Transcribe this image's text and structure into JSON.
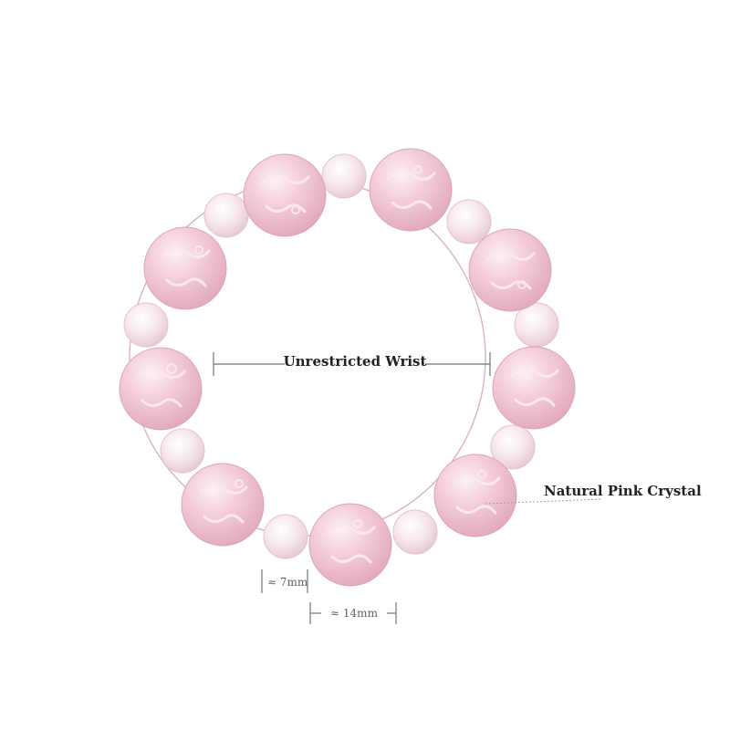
{
  "annotations": {
    "wrist_label": "Unrestricted Wrist",
    "material_label": "Natural Pink Crystal",
    "small_bead_size": "≈ 7mm",
    "large_bead_size": "≈ 14mm"
  },
  "colors": {
    "background": "#ffffff",
    "bead_pink": "#f4cdd9",
    "bead_pink_dark": "#e2aabd",
    "clear_bead": "#f6e6ea",
    "dimension_line": "#6b7782",
    "label_text": "#222222"
  }
}
